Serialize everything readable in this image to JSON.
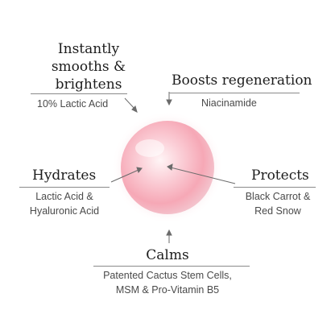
{
  "benefits": {
    "smooths": {
      "title_lines": [
        "Instantly",
        "smooths &",
        "brightens"
      ],
      "ingredient": "10% Lactic Acid"
    },
    "regeneration": {
      "title": "Boosts regeneration",
      "ingredient": "Niacinamide"
    },
    "hydrates": {
      "title": "Hydrates",
      "ingredient_lines": [
        "Lactic Acid &",
        "Hyaluronic Acid"
      ]
    },
    "protects": {
      "title": "Protects",
      "ingredient_lines": [
        "Black Carrot &",
        "Red Snow"
      ]
    },
    "calms": {
      "title": "Calms",
      "ingredient_lines": [
        "Patented Cactus Stem Cells,",
        "MSM & Pro-Vitamin B5"
      ]
    }
  },
  "colors": {
    "sphere_core": "#fbe6ea",
    "sphere_mid": "#f5a9b6",
    "sphere_edge": "#f28aa0",
    "text": "#1c1c1c",
    "rule": "#8a8a8a"
  }
}
